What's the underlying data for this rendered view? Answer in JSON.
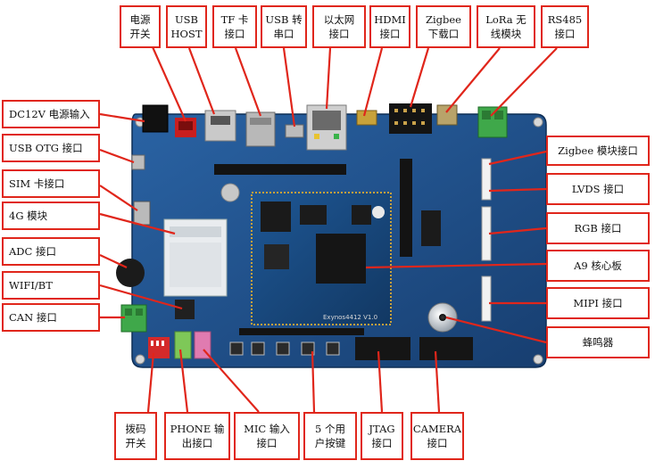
{
  "labels": {
    "power_switch": "电源\n开关",
    "usb_host": "USB\nHOST",
    "tf_card": "TF 卡\n接口",
    "usb_serial": "USB 转\n串口",
    "ethernet": "以太网\n接口",
    "hdmi": "HDMI\n接口",
    "zigbee_download": "Zigbee\n下载口",
    "lora": "LoRa 无\n线模块",
    "rs485": "RS485\n接口",
    "dc12v": "DC12V 电源输入",
    "usb_otg": "USB OTG 接口",
    "sim": "SIM 卡接口",
    "module_4g": "4G 模块",
    "adc": "ADC 接口",
    "wifi_bt": "WIFI/BT",
    "can": "CAN 接口",
    "zigbee_module": "Zigbee 模块接口",
    "lvds": "LVDS 接口",
    "rgb": "RGB 接口",
    "a9_core": "A9 核心板",
    "mipi": "MIPI 接口",
    "buzzer": "蜂鸣器",
    "dip_switch": "拨码\n开关",
    "phone_out": "PHONE 输\n出接口",
    "mic_in": "MIC 输入\n接口",
    "user_keys": "5 个用\n户按键",
    "jtag": "JTAG\n接口",
    "camera": "CAMERA\n接口"
  },
  "board": {
    "silkscreen": "Exynos4412 V1.0"
  },
  "colors": {
    "board": "#1f4f8c",
    "label_border": "#e0261b",
    "leader": "#e0261b",
    "core_board": "#174a80",
    "gold": "#c9a13a"
  }
}
